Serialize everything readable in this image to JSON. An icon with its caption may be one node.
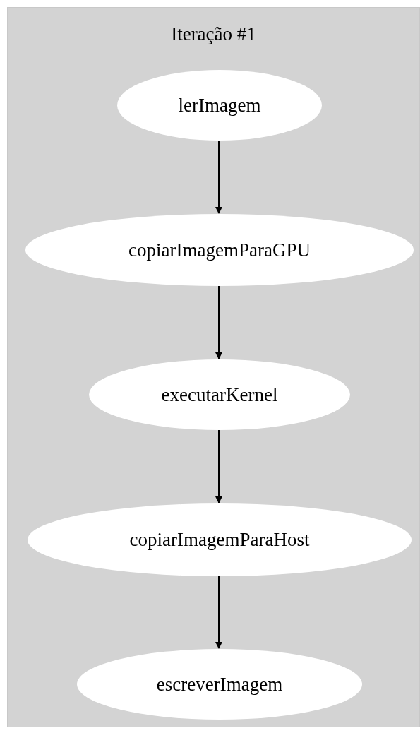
{
  "diagram": {
    "nodes": [
      {
        "text": [
          "Iteração #1"
        ]
      },
      {
        "text": [
          "lerImagem"
        ],
        "in": 0
      },
      {
        "text": [
          "copiarImagemParaGPU"
        ],
        "in": 0
      },
      {
        "text": [
          "executarKernel"
        ],
        "in": 0
      },
      {
        "text": [
          "copiarImagemParaHost"
        ],
        "in": 0
      },
      {
        "text": [
          "escreverImagem"
        ],
        "in": 0
      }
    ],
    "edges": [
      {
        "from": 1,
        "to": 2,
        "arrow": "to"
      },
      {
        "from": 2,
        "to": 3,
        "arrow": "to"
      },
      {
        "from": 3,
        "to": 4,
        "arrow": "to"
      },
      {
        "from": 4,
        "to": 5,
        "arrow": "to"
      }
    ]
  }
}
